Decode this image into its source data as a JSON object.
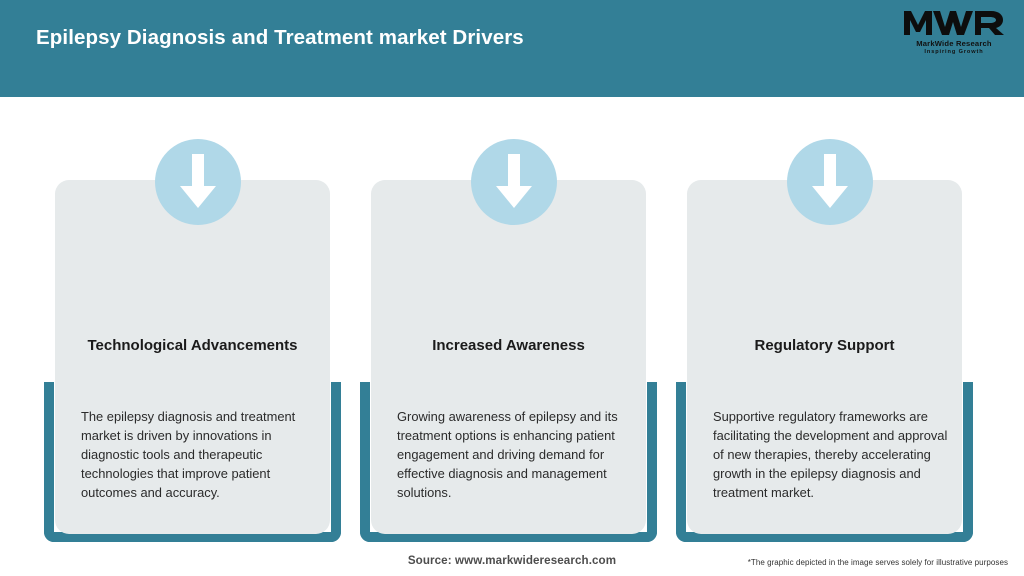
{
  "header": {
    "title": "Epilepsy Diagnosis and Treatment market Drivers",
    "background_color": "#337f96",
    "title_color": "#ffffff"
  },
  "logo": {
    "mark": "MWR",
    "name": "MarkWide Research",
    "tagline": "Inspiring Growth"
  },
  "theme": {
    "accent_teal": "#337f96",
    "badge_blue": "#b0d8e8",
    "card_grey": "#e6eaeb",
    "arrow_white": "#ffffff"
  },
  "columns": [
    {
      "icon": "down-arrow-icon",
      "title": "Technological Advancements",
      "body": "The epilepsy diagnosis and treatment market is driven by innovations in diagnostic tools and therapeutic technologies that improve patient outcomes and accuracy."
    },
    {
      "icon": "down-arrow-icon",
      "title": "Increased Awareness",
      "body": "Growing awareness of epilepsy and its treatment options is enhancing patient engagement and driving demand for effective diagnosis and management solutions."
    },
    {
      "icon": "down-arrow-icon",
      "title": "Regulatory Support",
      "body": "Supportive regulatory frameworks are facilitating the development and approval of new therapies, thereby accelerating growth in the epilepsy diagnosis and treatment market."
    }
  ],
  "footer": {
    "source": "Source: www.markwideresearch.com",
    "disclaimer": "*The graphic depicted in the image serves solely for illustrative purposes"
  }
}
